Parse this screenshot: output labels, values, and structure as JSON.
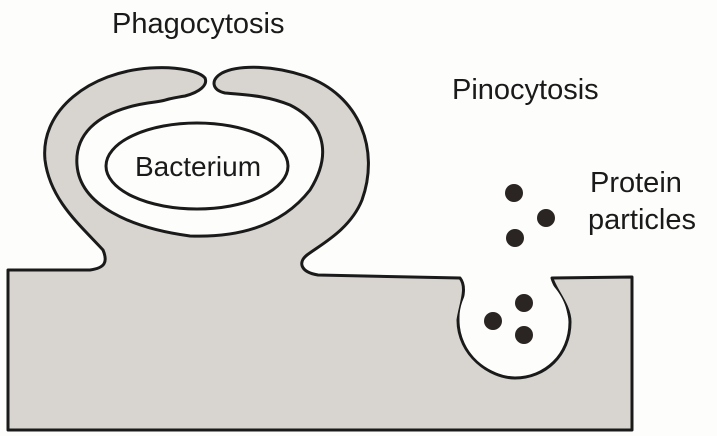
{
  "diagram": {
    "labels": {
      "phagocytosis": "Phagocytosis",
      "pinocytosis": "Pinocytosis",
      "bacterium": "Bacterium",
      "protein_line1": "Protein",
      "protein_line2": "particles"
    },
    "colors": {
      "cytoplasm": "#d8d4cf",
      "membrane": "#1a1a1a",
      "background": "#fdfdfb",
      "particle": "#2a2522"
    }
  }
}
